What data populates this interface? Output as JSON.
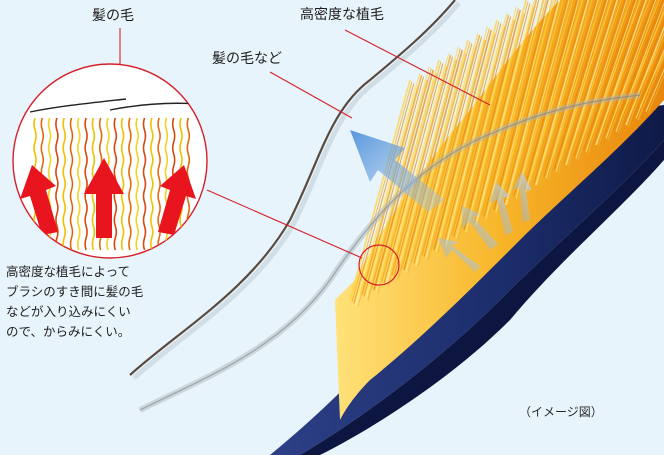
{
  "labels": {
    "hair": "髪の毛",
    "dense_bristles": "高密度な植毛",
    "hair_etc": "髪の毛など"
  },
  "description": [
    "高密度な植毛によって",
    "ブラシのすき間に髪の毛",
    "などが入り込みにくい",
    "ので、からみにくい。"
  ],
  "note": "（イメージ図）",
  "colors": {
    "background": "#e8f4fb",
    "leader_line": "#d4202a",
    "brush_base": "#1c2d6b",
    "bristle_light": "#ffd23a",
    "bristle_dark": "#e88a0c",
    "arrow_red": "#e8141e",
    "arrow_blue": "#4b8ed6"
  }
}
